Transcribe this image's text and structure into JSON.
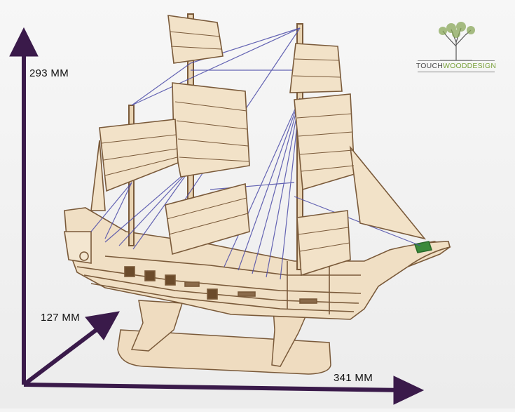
{
  "dimensions": {
    "height_label": "293 MM",
    "depth_label": "127 MM",
    "width_label": "341 MM"
  },
  "brand": {
    "name_part1": "TOUCH",
    "name_part2": "WOODDESIGN"
  },
  "colors": {
    "arrow": "#3a1a4a",
    "wood": "#efdcc0",
    "wood_edge": "#7a5a3a",
    "rigging": "#4b4ba8",
    "brand_accent": "#7aa23c",
    "background": "#f4f4f4"
  }
}
